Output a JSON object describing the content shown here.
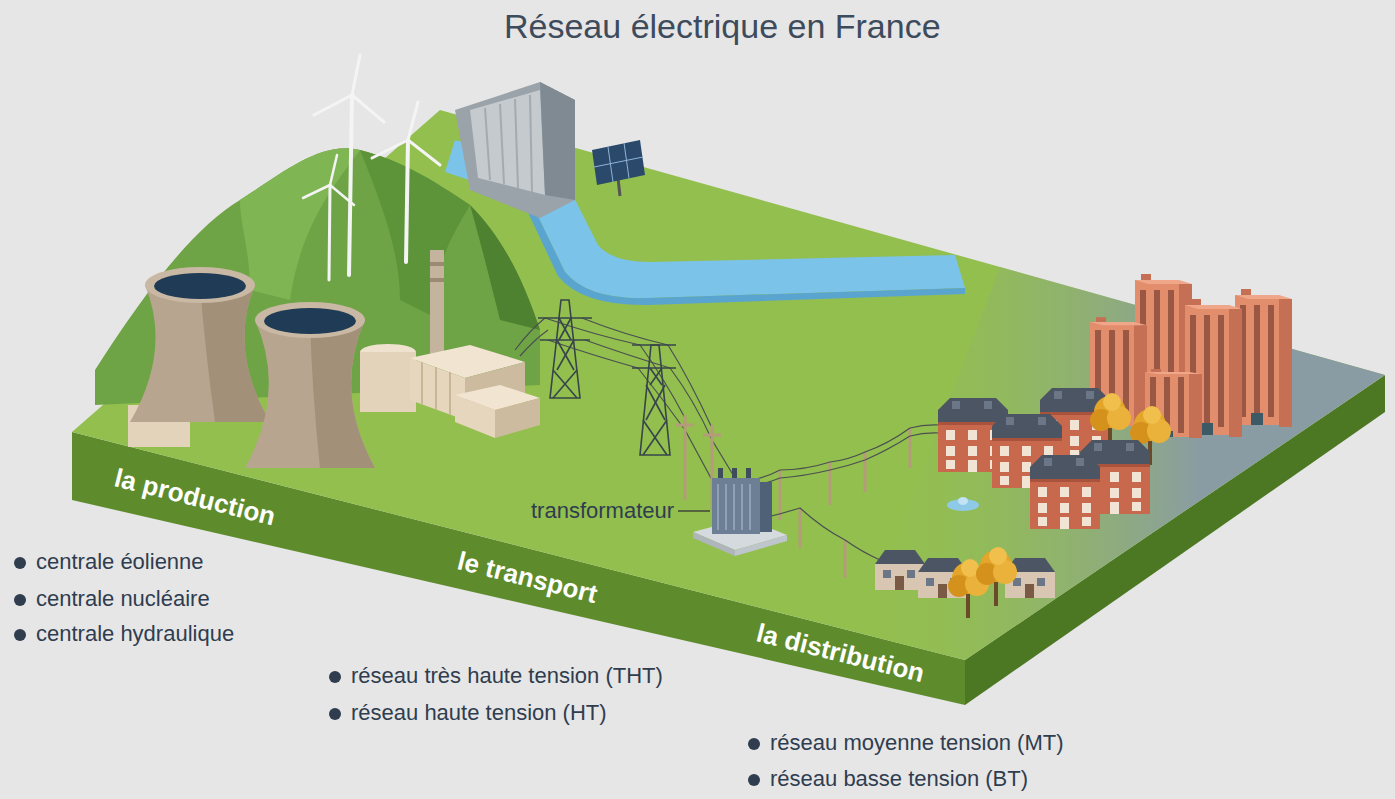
{
  "diagram": {
    "title": "Réseau électrique en France",
    "labels": [
      "la production",
      "le transport",
      "la distribution",
      "transformateur",
      "centrale éolienne",
      "centrale nucléaire",
      "centrale hydraulique",
      "réseau très haute tension (THT)",
      "réseau haute tension (HT)",
      "réseau moyenne tension (MT)",
      "réseau basse tension (BT)"
    ]
  }
}
